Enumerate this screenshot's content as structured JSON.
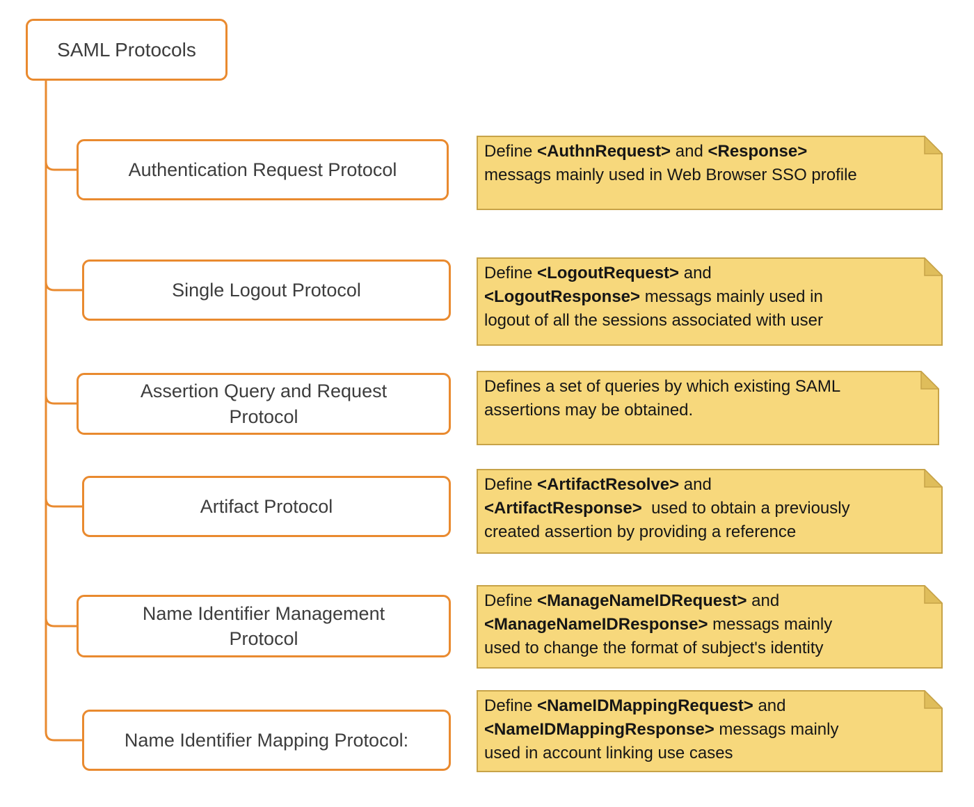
{
  "colors": {
    "orange": "#E98A2F",
    "box_fill": "#FFFFFF",
    "box_text": "#3D3D3D",
    "note_fill": "#F7D87C",
    "note_border": "#C7A348",
    "note_fold": "#DFBD5B",
    "note_text": "#161616"
  },
  "root": {
    "label": "SAML Protocols"
  },
  "rows": [
    {
      "id": "authentication-request-protocol",
      "box_label": "Authentication Request Protocol",
      "note_lines": [
        [
          {
            "t": "Define ",
            "b": false
          },
          {
            "t": "<AuthnRequest>",
            "b": true
          },
          {
            "t": " and ",
            "b": false
          },
          {
            "t": "<Response>",
            "b": true
          }
        ],
        [
          {
            "t": "messags mainly used in Web Browser SSO profile",
            "b": false
          }
        ]
      ]
    },
    {
      "id": "single-logout-protocol",
      "box_label": "Single Logout Protocol",
      "note_lines": [
        [
          {
            "t": "Define ",
            "b": false
          },
          {
            "t": "<LogoutRequest>",
            "b": true
          },
          {
            "t": " and",
            "b": false
          }
        ],
        [
          {
            "t": "<LogoutResponse>",
            "b": true
          },
          {
            "t": " messags mainly used in",
            "b": false
          }
        ],
        [
          {
            "t": "logout of all the sessions associated with user",
            "b": false
          }
        ]
      ]
    },
    {
      "id": "assertion-query-and-request-protocol",
      "box_label": "Assertion Query and Request\nProtocol",
      "note_lines": [
        [
          {
            "t": "Defines a set of queries by which existing SAML",
            "b": false
          }
        ],
        [
          {
            "t": "assertions may be obtained.",
            "b": false
          }
        ]
      ]
    },
    {
      "id": "artifact-protocol",
      "box_label": "Artifact Protocol",
      "note_lines": [
        [
          {
            "t": "Define ",
            "b": false
          },
          {
            "t": "<ArtifactResolve>",
            "b": true
          },
          {
            "t": " and",
            "b": false
          }
        ],
        [
          {
            "t": "<ArtifactResponse>",
            "b": true
          },
          {
            "t": "  used to obtain a previously",
            "b": false
          }
        ],
        [
          {
            "t": "created assertion by providing a reference",
            "b": false
          }
        ]
      ]
    },
    {
      "id": "name-identifier-management-protocol",
      "box_label": "Name Identifier Management\nProtocol",
      "note_lines": [
        [
          {
            "t": "Define ",
            "b": false
          },
          {
            "t": "<ManageNameIDRequest>",
            "b": true
          },
          {
            "t": " and",
            "b": false
          }
        ],
        [
          {
            "t": "<ManageNameIDResponse>",
            "b": true
          },
          {
            "t": " messags mainly",
            "b": false
          }
        ],
        [
          {
            "t": "used to change the format of subject's identity",
            "b": false
          }
        ]
      ]
    },
    {
      "id": "name-identifier-mapping-protocol",
      "box_label": "Name Identifier Mapping Protocol:",
      "note_lines": [
        [
          {
            "t": "Define ",
            "b": false
          },
          {
            "t": "<NameIDMappingRequest>",
            "b": true
          },
          {
            "t": " and",
            "b": false
          }
        ],
        [
          {
            "t": "<NameIDMappingResponse>",
            "b": true
          },
          {
            "t": " messags mainly",
            "b": false
          }
        ],
        [
          {
            "t": "used in account linking use cases",
            "b": false
          }
        ]
      ]
    }
  ]
}
